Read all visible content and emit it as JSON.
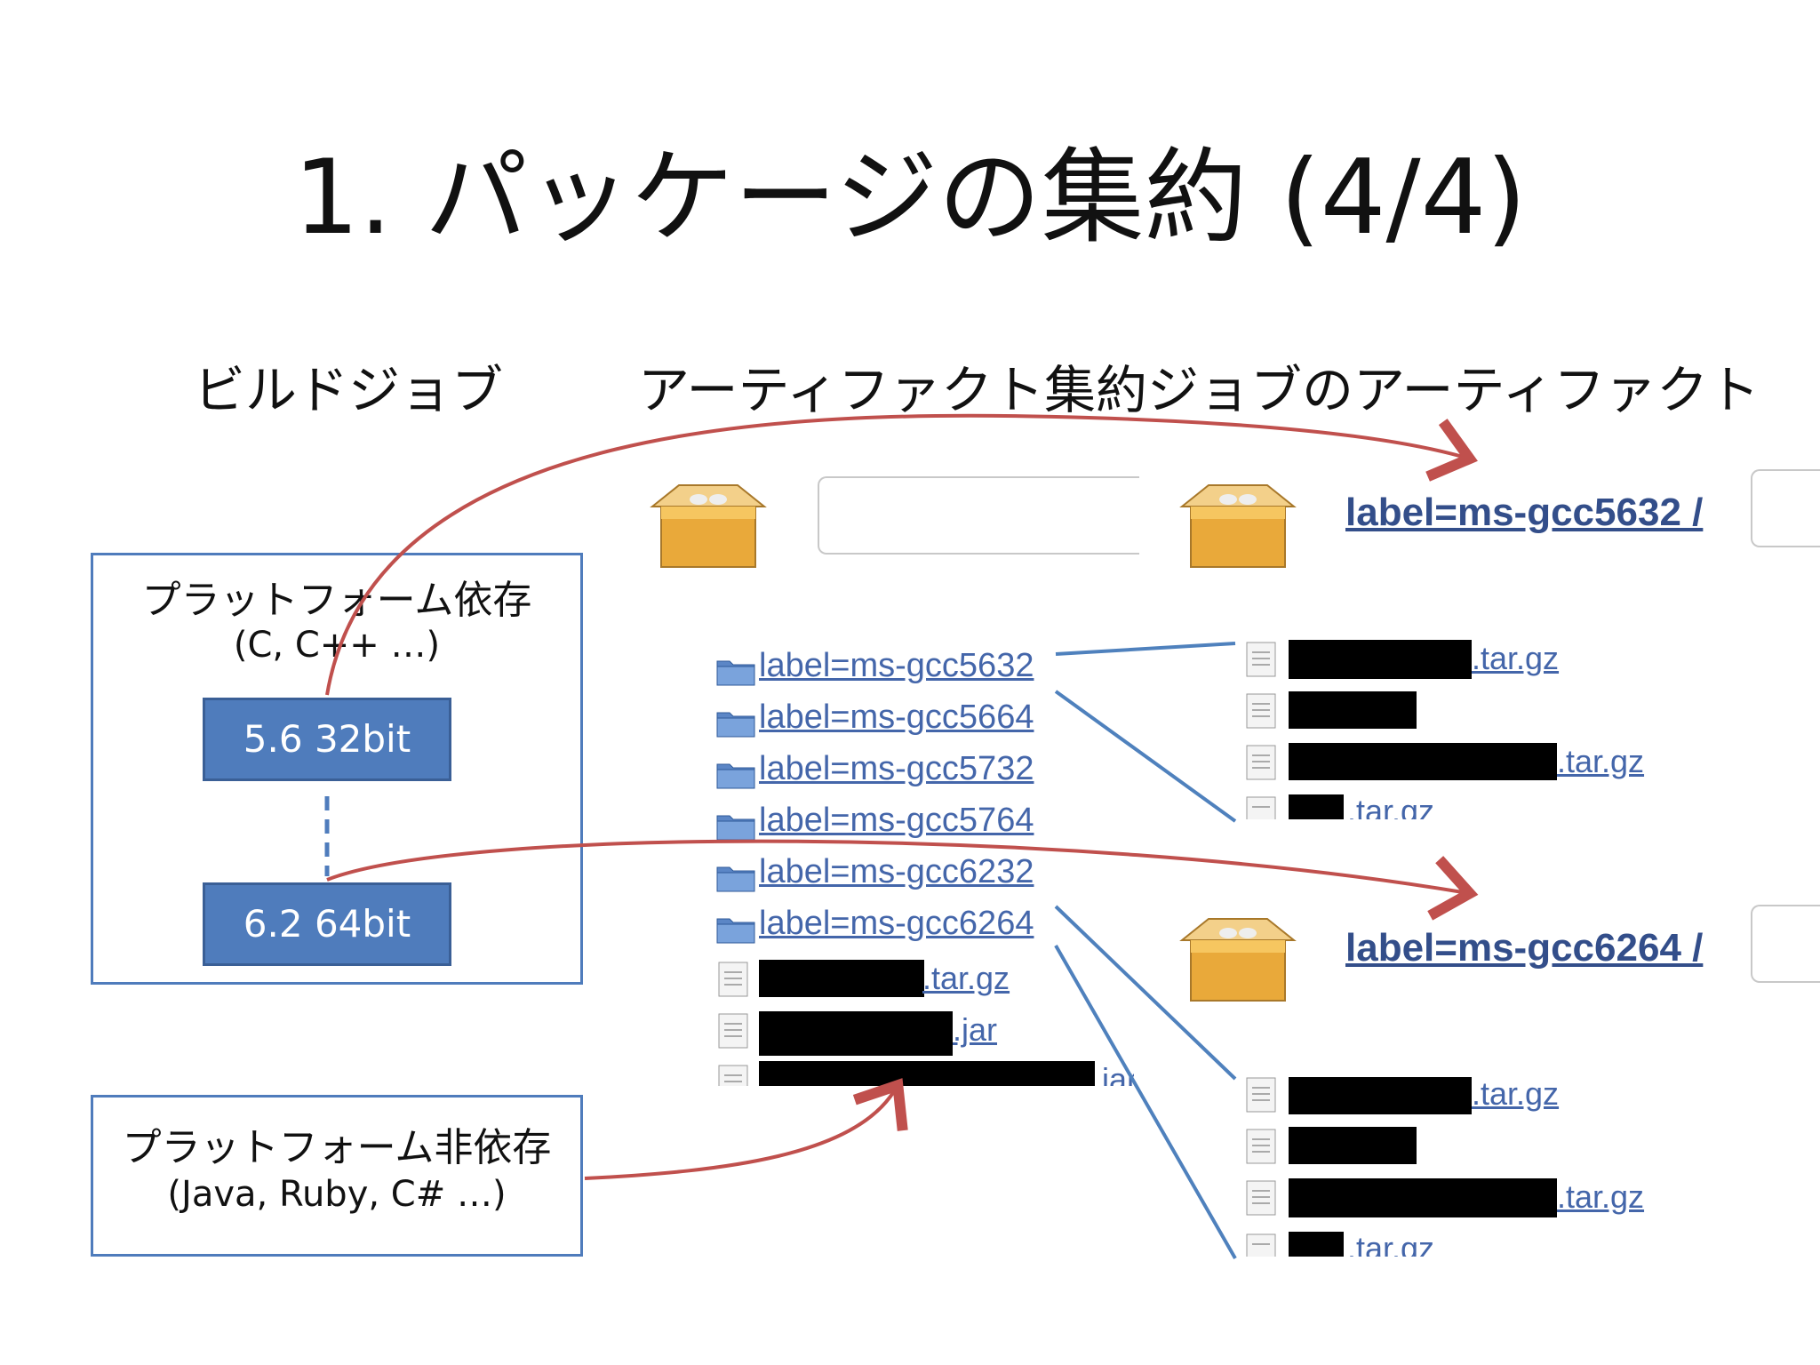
{
  "slide": {
    "title": "1. パッケージの集約 (4/4)",
    "left_heading": "ビルドジョブ",
    "right_heading": "アーティファクト集約ジョブのアーティファクト"
  },
  "platform_dependent": {
    "title": "プラットフォーム依存",
    "subtitle": "(C, C++ …)",
    "jobs": [
      "5.6 32bit",
      "6.2 64bit"
    ]
  },
  "platform_independent": {
    "title": "プラットフォーム非依存",
    "subtitle": "(Java, Ruby, C# …)"
  },
  "artifact_list": {
    "folders": [
      "label=ms-gcc5632",
      "label=ms-gcc5664",
      "label=ms-gcc5732",
      "label=ms-gcc5764",
      "label=ms-gcc6232",
      "label=ms-gcc6264"
    ],
    "files": [
      ".tar.gz",
      ".jar",
      ".jar"
    ]
  },
  "panels": [
    {
      "label": "label=ms-gcc5632 /",
      "files": [
        ".tar.gz",
        "",
        ".tar.gz",
        ".tar.gz"
      ]
    },
    {
      "label": "label=ms-gcc6264 /",
      "files": [
        ".tar.gz",
        "",
        ".tar.gz",
        ".tar.gz"
      ]
    }
  ],
  "colors": {
    "box_border": "#4f7cbc",
    "job_fill": "#4f7cbc",
    "red_arrow": "#c0504d",
    "blue_line": "#4f81bd",
    "link": "#4466aa"
  },
  "icons": {
    "package": "package-box-icon",
    "folder": "folder-icon",
    "file": "file-icon"
  }
}
